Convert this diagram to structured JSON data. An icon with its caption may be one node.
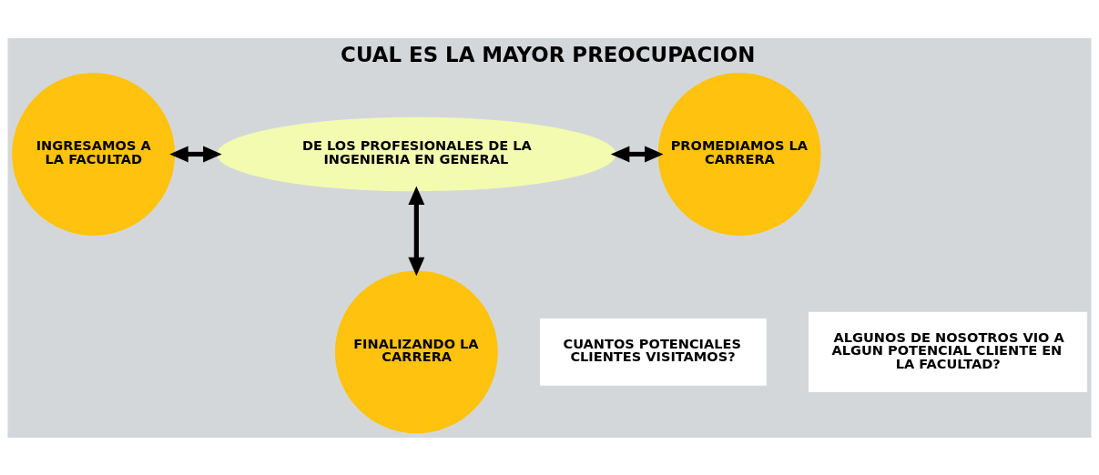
{
  "diagram": {
    "title": "CUAL ES LA MAYOR PREOCUPACION",
    "nodes": [
      {
        "text": [
          "INGRESAMOS A LA FACULTAD"
        ]
      },
      {
        "text": [
          "DE LOS PROFESIONALES DE LA INGENIERIA EN GENERAL"
        ]
      },
      {
        "text": [
          "PROMEDIAMOS LA CARRERA"
        ]
      },
      {
        "text": [
          "CUANTOS POTENCIALES CLIENTES VISITAMOS?"
        ]
      },
      {
        "text": [
          "FINALIZANDO LA CARRERA"
        ]
      },
      {
        "text": [
          "ALGUNOS DE NOSOTROS VIO A ALGUN POTENCIAL CLIENTE EN LA FACULTAD?"
        ]
      }
    ],
    "edges": [
      {
        "from": 0,
        "to": 1,
        "arrow": "both"
      },
      {
        "from": 1,
        "to": 2,
        "arrow": "both"
      },
      {
        "from": 1,
        "to": 4,
        "arrow": "both"
      }
    ]
  }
}
